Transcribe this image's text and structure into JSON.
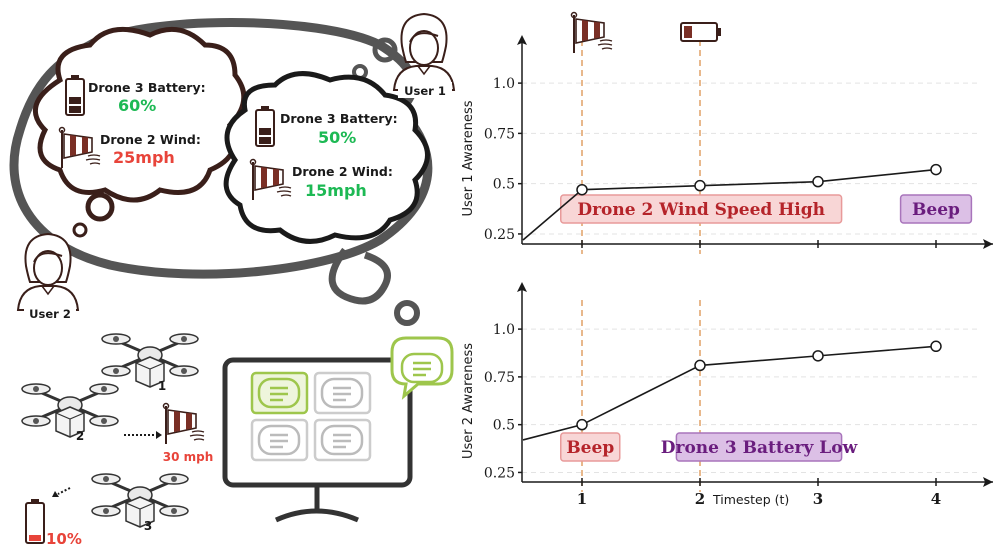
{
  "user1": {
    "name": "User 1",
    "battery_label": "Drone 3 Battery:",
    "battery_value": "50%",
    "wind_label": "Drone 2 Wind:",
    "wind_value": "15mph"
  },
  "user2": {
    "name": "User 2",
    "battery_label": "Drone 3 Battery:",
    "battery_value": "60%",
    "wind_label": "Drone 2 Wind:",
    "wind_value": "25mph"
  },
  "drones": {
    "labels": [
      "1",
      "2",
      "3"
    ],
    "wind_reading": "30 mph",
    "battery_reading": "10%"
  },
  "colors": {
    "green": "#1db954",
    "red": "#e8443a",
    "dark_brown": "#3a1f1a",
    "orange_dash": "#e0a066",
    "pink_box": "#f8d6d6",
    "pink_border": "#e89a9a",
    "pink_text": "#b5242a",
    "purple_box": "#dcc0e6",
    "purple_border": "#a874bb",
    "purple_text": "#6a1d7e",
    "chat_green": "#9ec64c"
  },
  "icons": [
    "windsock-icon",
    "battery-low-icon",
    "user-avatar-icon",
    "drone-icon",
    "monitor-icon",
    "chat-bubble-icon"
  ],
  "chart_data": [
    {
      "type": "line",
      "ylabel": "User 1 Awareness",
      "xlabel": "",
      "ylim": [
        0.2,
        1.1
      ],
      "yticks": [
        "0.25",
        "0.5",
        "0.75",
        "1.0"
      ],
      "xticks": [
        "1",
        "2",
        "3",
        "4"
      ],
      "x": [
        0.5,
        1,
        2,
        3,
        4
      ],
      "values": [
        0.22,
        0.47,
        0.49,
        0.51,
        0.57
      ],
      "markers_from_index": 1,
      "annotations": [
        {
          "label": "Drone 2 Wind Speed High",
          "style": "pink",
          "x_start": 0.82,
          "x_end": 3.2
        },
        {
          "label": "Beep",
          "style": "purple",
          "x_start": 3.7,
          "x_end": 4.3
        }
      ],
      "event_lines": [
        1,
        2
      ],
      "event_icons": [
        "windsock-icon",
        "battery-low-icon"
      ]
    },
    {
      "type": "line",
      "ylabel": "User 2 Awareness",
      "xlabel": "Timestep (t)",
      "ylim": [
        0.2,
        1.1
      ],
      "yticks": [
        "0.25",
        "0.5",
        "0.75",
        "1.0"
      ],
      "xticks": [
        "1",
        "2",
        "3",
        "4"
      ],
      "x": [
        0.5,
        1,
        2,
        3,
        4
      ],
      "values": [
        0.42,
        0.5,
        0.81,
        0.86,
        0.91
      ],
      "markers_from_index": 1,
      "annotations": [
        {
          "label": "Beep",
          "style": "pink",
          "x_start": 0.82,
          "x_end": 1.32
        },
        {
          "label": "Drone 3 Battery Low",
          "style": "purple",
          "x_start": 1.8,
          "x_end": 3.2
        }
      ],
      "event_lines": [
        1,
        2
      ]
    }
  ]
}
